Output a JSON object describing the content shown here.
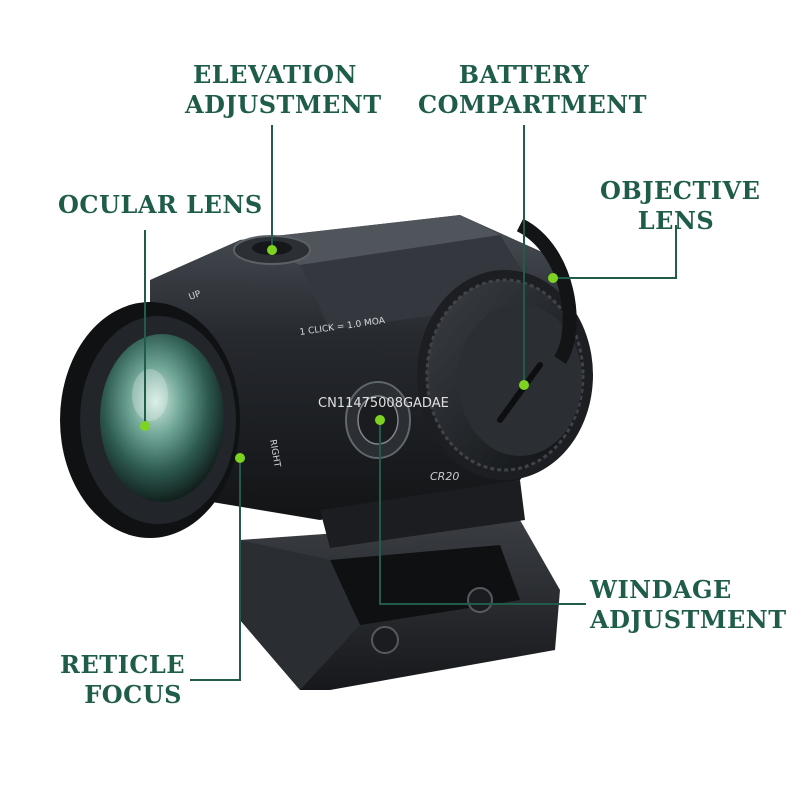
{
  "callouts": {
    "elevation": {
      "line1": "ELEVATION",
      "line2": "ADJUSTMENT"
    },
    "battery": {
      "line1": "BATTERY",
      "line2": "COMPARTMENT"
    },
    "ocular": {
      "line1": "OCULAR LENS"
    },
    "objective": {
      "line1": "OBJECTIVE",
      "line2": "LENS"
    },
    "windage": {
      "line1": "WINDAGE",
      "line2": "ADJUSTMENT"
    },
    "reticle": {
      "line1": "RETICLE",
      "line2": "FOCUS"
    }
  },
  "product_markings": {
    "click_value": "1 CLICK = 1.0 MOA",
    "right": "RIGHT",
    "up": "UP",
    "model": "CR20"
  },
  "watermark": "CN11475008GADAE",
  "colors": {
    "label": "#1f5d4a",
    "leader_line": "#1f5d4a",
    "marker_dot": "#7ed321",
    "body": "#1d2024"
  }
}
